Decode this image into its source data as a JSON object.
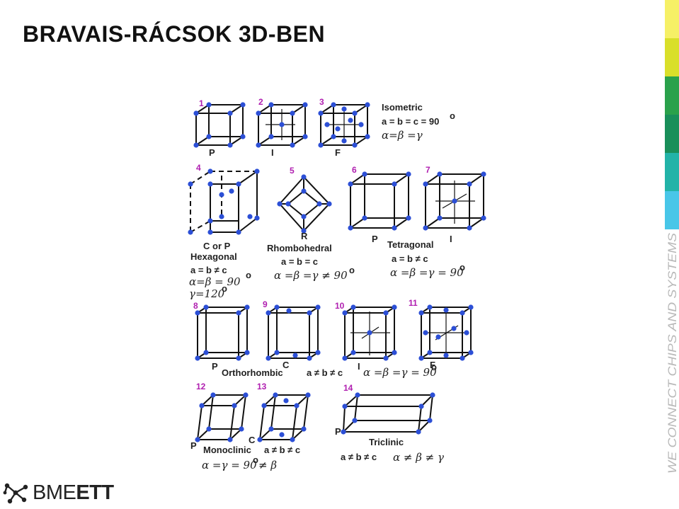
{
  "slide": {
    "title": "BRAVAIS-RÁCSOK 3D-BEN",
    "tagline": "WE CONNECT CHIPS AND SYSTEMS",
    "stripe_colors": [
      "#f6f066",
      "#d9df2a",
      "#2aa14b",
      "#198f5a",
      "#22b3a8",
      "#48c6e8"
    ]
  },
  "logo": {
    "prefix": "BME",
    "suffix": "ETT"
  },
  "figure": {
    "numbers": [
      "1",
      "2",
      "3",
      "4",
      "5",
      "6",
      "7",
      "8",
      "9",
      "10",
      "11",
      "12",
      "13",
      "14"
    ],
    "cell_labels": {
      "c1": "P",
      "c2": "I",
      "c3": "F",
      "c4": "C or P",
      "c5": "R",
      "c6": "P",
      "c7": "I",
      "c8": "P",
      "c9": "C",
      "c10": "I",
      "c11": "F",
      "c12": "P",
      "c13": "C",
      "c14": "P"
    },
    "isometric": {
      "name": "Isometric",
      "line1": "a = b = c = 90",
      "deg": "o",
      "line2": "α=β =γ"
    },
    "hexagonal": {
      "name": "Hexagonal",
      "line1": "a = b ≠ c",
      "line2": "α=β = 90",
      "deg": "o",
      "line3": "γ=120",
      "deg3": "o"
    },
    "rhombohedral": {
      "name": "Rhombohedral",
      "line1": "a = b = c",
      "line2": "α =β =γ ≠ 90",
      "deg": "o"
    },
    "tetragonal": {
      "name": "Tetragonal",
      "line1": "a = b ≠ c",
      "line2": "α =β =γ = 90",
      "deg": "o"
    },
    "orthorhombic": {
      "name": "Orthorhombic",
      "line1": "a ≠ b ≠ c",
      "line2": "α =β =γ = 90",
      "deg": "o"
    },
    "monoclinic": {
      "name": "Monoclinic",
      "line1": "a ≠ b ≠ c",
      "line2": "α =γ = 90",
      "deg": "o",
      "line3": "≠ β"
    },
    "triclinic": {
      "name": "Triclinic",
      "line1": "a ≠ b ≠ c",
      "line2": "α ≠ β ≠ γ"
    }
  }
}
